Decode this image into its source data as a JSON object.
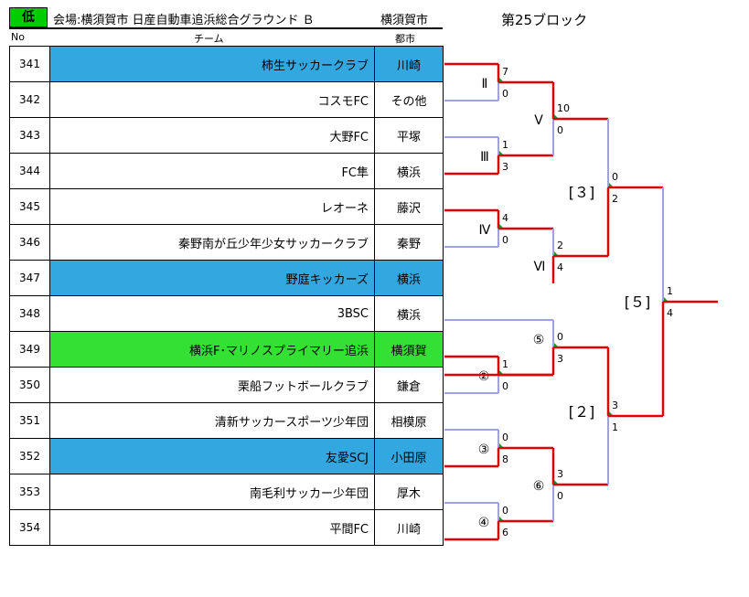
{
  "header": {
    "badge": "低",
    "venue": "会場:横須賀市 日産自動車追浜総合グラウンド Ｂ",
    "venue_city": "横須賀市",
    "block_title": "第25ブロック",
    "col_no": "No",
    "col_team": "チーム",
    "col_city": "都市"
  },
  "colors": {
    "highlight_blue": "#33a8e0",
    "highlight_green": "#33e033",
    "winner_line": "#e00000",
    "loser_line": "#a0a0e8",
    "badge": "#00cc00"
  },
  "teams": [
    {
      "no": "341",
      "name": "柿生サッカークラブ",
      "city": "川崎",
      "highlight": "blue"
    },
    {
      "no": "342",
      "name": "コスモFC",
      "city": "その他",
      "highlight": ""
    },
    {
      "no": "343",
      "name": "大野FC",
      "city": "平塚",
      "highlight": ""
    },
    {
      "no": "344",
      "name": "FC隼",
      "city": "横浜",
      "highlight": ""
    },
    {
      "no": "345",
      "name": "レオーネ",
      "city": "藤沢",
      "highlight": ""
    },
    {
      "no": "346",
      "name": "秦野南が丘少年少女サッカークラブ",
      "city": "秦野",
      "highlight": ""
    },
    {
      "no": "347",
      "name": "野庭キッカーズ",
      "city": "横浜",
      "highlight": "blue"
    },
    {
      "no": "348",
      "name": "3BSC",
      "city": "横浜",
      "highlight": ""
    },
    {
      "no": "349",
      "name": "横浜F･マリノスプライマリー追浜",
      "city": "横須賀",
      "highlight": "green"
    },
    {
      "no": "350",
      "name": "栗船フットボールクラブ",
      "city": "鎌倉",
      "highlight": ""
    },
    {
      "no": "351",
      "name": "清新サッカースポーツ少年団",
      "city": "相模原",
      "highlight": ""
    },
    {
      "no": "352",
      "name": "友愛SCJ",
      "city": "小田原",
      "highlight": "blue"
    },
    {
      "no": "353",
      "name": "南毛利サッカー少年団",
      "city": "厚木",
      "highlight": ""
    },
    {
      "no": "354",
      "name": "平間FC",
      "city": "川崎",
      "highlight": ""
    }
  ],
  "matches": [
    {
      "label": "Ⅱ",
      "top_score": "7",
      "bottom_score": "0",
      "top_win": true
    },
    {
      "label": "Ⅲ",
      "top_score": "1",
      "bottom_score": "3",
      "top_win": false
    },
    {
      "label": "Ⅳ",
      "top_score": "4",
      "bottom_score": "0",
      "top_win": true
    },
    {
      "label": "⑤",
      "top_score": "0",
      "bottom_score": "3",
      "top_win": false
    },
    {
      "label": "②",
      "top_score": "1",
      "bottom_score": "0",
      "top_win": true
    },
    {
      "label": "③",
      "top_score": "0",
      "bottom_score": "8",
      "top_win": false
    },
    {
      "label": "④",
      "top_score": "0",
      "bottom_score": "6",
      "top_win": false
    },
    {
      "label": "Ⅴ",
      "top_score": "10",
      "bottom_score": "0",
      "top_win": true
    },
    {
      "label": "Ⅵ",
      "top_score": "2",
      "bottom_score": "4",
      "top_win": false
    },
    {
      "label": "⑥",
      "top_score": "3",
      "bottom_score": "0",
      "top_win": true
    },
    {
      "label": "[３]",
      "top_score": "0",
      "bottom_score": "2",
      "top_win": false
    },
    {
      "label": "[２]",
      "top_score": "3",
      "bottom_score": "1",
      "top_win": true
    },
    {
      "label": "[５]",
      "top_score": "1",
      "bottom_score": "4",
      "top_win": false
    }
  ]
}
